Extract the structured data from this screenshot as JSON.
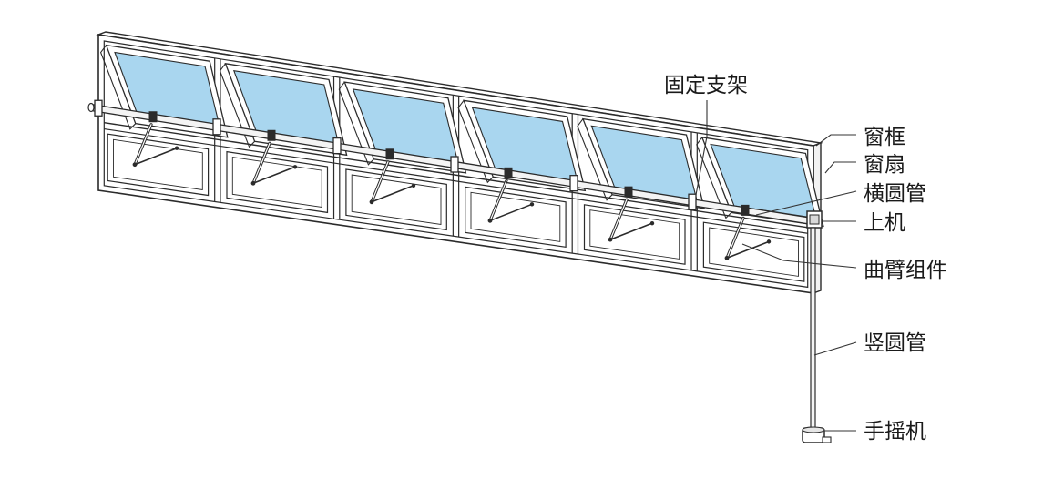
{
  "diagram": {
    "colors": {
      "frame_stroke": "#2b2b2b",
      "glass_fill": "#a9d6ef",
      "glass_stroke": "#2b2b2b",
      "tube_fill": "#f4f4f4",
      "label_text": "#1a1a1a",
      "leader_line": "#333333"
    },
    "labels": {
      "fixed_bracket": "固定支架",
      "window_frame": "窗框",
      "window_sash": "窗扇",
      "horizontal_tube": "横圆管",
      "upper_unit": "上机",
      "crank_arm_assembly": "曲臂组件",
      "vertical_tube": "竖圆管",
      "hand_crank": "手摇机"
    },
    "panel_count": 6
  }
}
